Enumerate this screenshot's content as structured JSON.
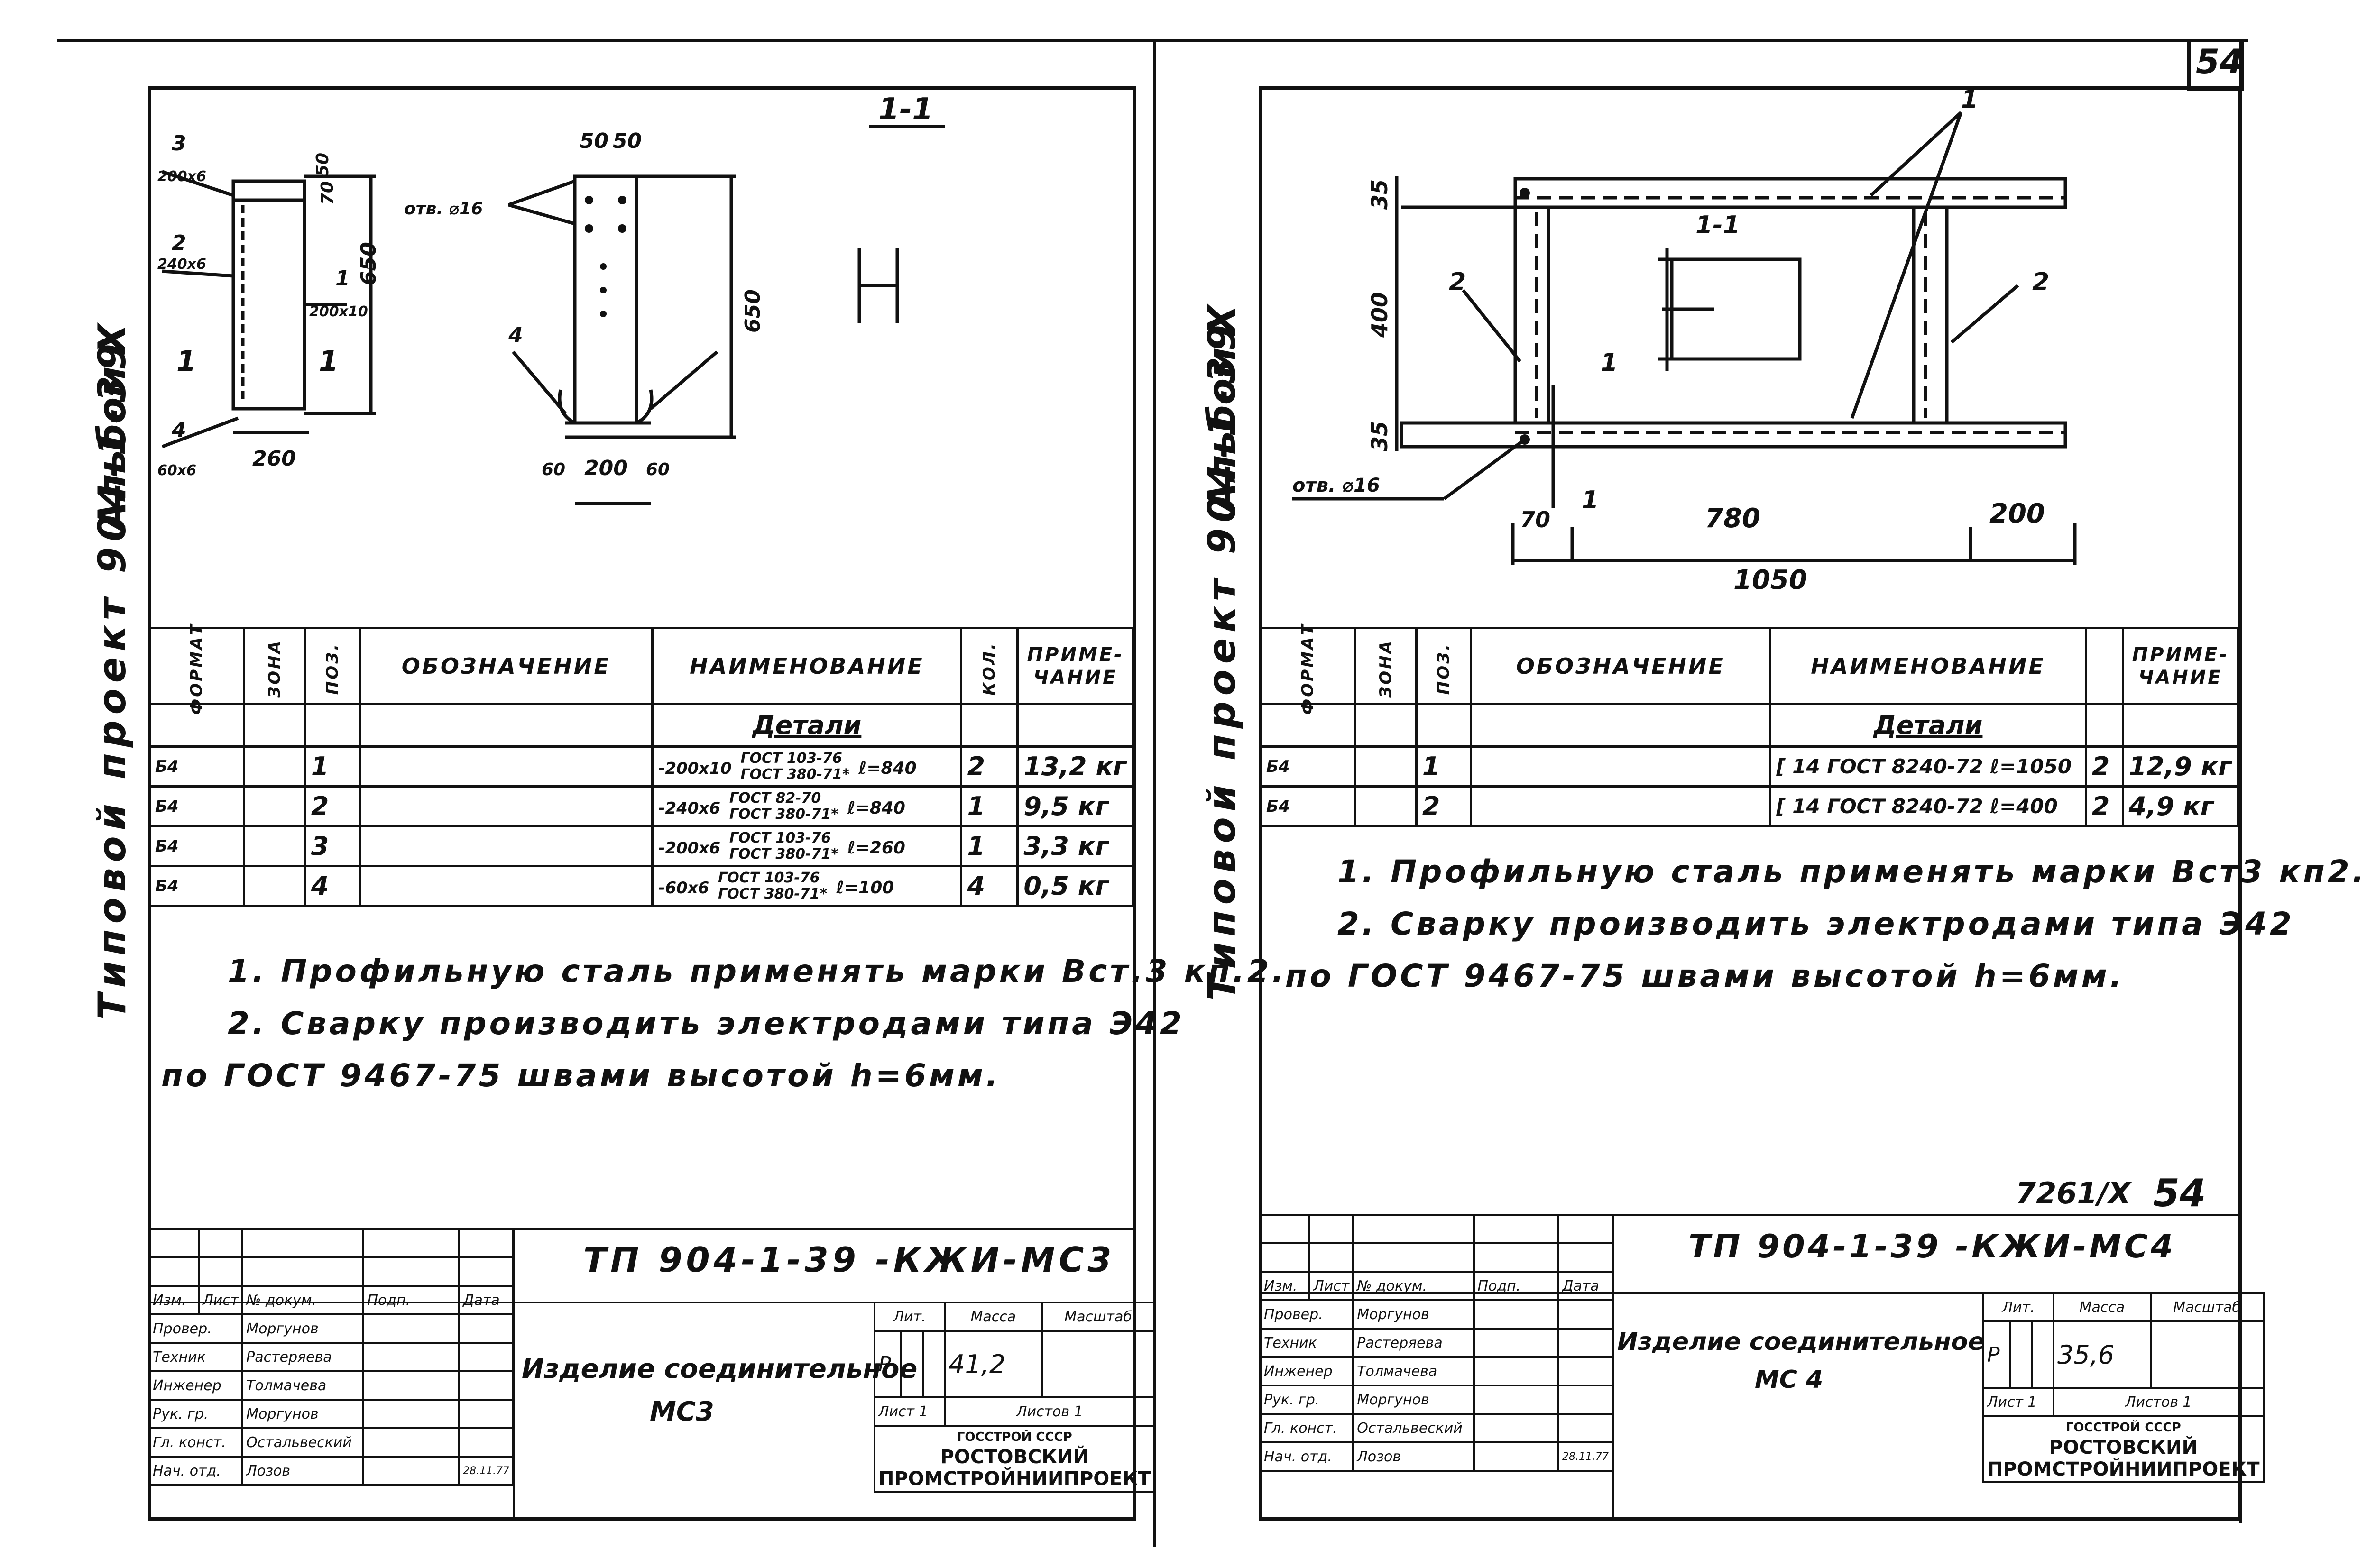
{
  "page_number": "54",
  "left": {
    "side_title": "Типовой проект 904-1-39",
    "album": "Альбом Ⅹ",
    "section": "1-1",
    "drawing": {
      "marks": [
        "3",
        "2",
        "1",
        "4",
        "4"
      ],
      "profile_labels": [
        "200х6",
        "240х6",
        "200х10",
        "60х6"
      ],
      "section_marks": [
        "1",
        "1"
      ],
      "dims": [
        "260",
        "650",
        "70",
        "50",
        "50",
        "50",
        "650",
        "60",
        "200",
        "60"
      ],
      "hole": "отв. ⌀16"
    },
    "spec_headers": [
      "Формат",
      "Зона",
      "Поз.",
      "Обозначение",
      "Наименование",
      "Кол.",
      "Приме-чание"
    ],
    "group": "Детали",
    "rows": [
      {
        "fmt": "Б4",
        "pos": "1",
        "profile": "-200х10",
        "gost1": "ГОСТ 103-76",
        "gost2": "ГОСТ 380-71*",
        "len": "ℓ=840",
        "qty": "2",
        "note": "13,2 кг"
      },
      {
        "fmt": "Б4",
        "pos": "2",
        "profile": "-240х6",
        "gost1": "ГОСТ 82-70",
        "gost2": "ГОСТ 380-71*",
        "len": "ℓ=840",
        "qty": "1",
        "note": "9,5 кг"
      },
      {
        "fmt": "Б4",
        "pos": "3",
        "profile": "-200х6",
        "gost1": "ГОСТ 103-76",
        "gost2": "ГОСТ 380-71*",
        "len": "ℓ=260",
        "qty": "1",
        "note": "3,3 кг"
      },
      {
        "fmt": "Б4",
        "pos": "4",
        "profile": "-60х6",
        "gost1": "ГОСТ 103-76",
        "gost2": "ГОСТ 380-71*",
        "len": "ℓ=100",
        "qty": "4",
        "note": "0,5 кг"
      }
    ],
    "notes": [
      "1. Профильную сталь применять марки Вст.3 кп.2.",
      "2. Сварку производить электродами типа Э42",
      "по ГОСТ 9467-75 швами высотой h=6мм."
    ],
    "title_block": {
      "code": "ТП 904-1-39 -КЖИ-МС3",
      "name": "Изделие соединительное",
      "name2": "МС3",
      "lit_label": "Лит.",
      "mass_label": "Масса",
      "scale_label": "Масштаб",
      "lit": "Р",
      "mass": "41,2",
      "sheet": "Лист 1",
      "sheets": "Листов 1",
      "org1": "ГОССТРОЙ СССР",
      "org2": "РОСТОВСКИЙ",
      "org3": "ПРОМСТРОЙНИИПРОЕКТ",
      "col_headers": [
        "Изм.",
        "Лист",
        "№ докум.",
        "Подп.",
        "Дата"
      ],
      "staff": [
        {
          "role": "Провер.",
          "name": "Моргунов"
        },
        {
          "role": "Техник",
          "name": "Растеряева"
        },
        {
          "role": "Инженер",
          "name": "Толмачева"
        },
        {
          "role": "Рук. гр.",
          "name": "Моргунов"
        },
        {
          "role": "Гл. конст.",
          "name": "Остальвеский"
        },
        {
          "role": "Нач. отд.",
          "name": "Лозов"
        }
      ],
      "date": "28.11.77"
    }
  },
  "right": {
    "side_title": "Типовой проект 904-1-39",
    "album": "Альбом Ⅹ",
    "drawing": {
      "marks": [
        "1",
        "2",
        "2"
      ],
      "section": "1-1",
      "section_marks": [
        "1",
        "1"
      ],
      "dims": [
        "35",
        "400",
        "35",
        "70",
        "780",
        "200",
        "1050"
      ],
      "hole": "отв. ⌀16"
    },
    "spec_headers": [
      "Формат",
      "Зона",
      "Поз.",
      "Обозначение",
      "Наименование",
      "",
      "Приме-чание"
    ],
    "group": "Детали",
    "rows": [
      {
        "fmt": "Б4",
        "pos": "1",
        "name": "[ 14 ГОСТ 8240-72 ℓ=1050",
        "qty": "2",
        "note": "12,9 кг"
      },
      {
        "fmt": "Б4",
        "pos": "2",
        "name": "[ 14 ГОСТ 8240-72 ℓ=400",
        "qty": "2",
        "note": "4,9 кг"
      }
    ],
    "notes": [
      "1. Профильную сталь применять марки Вст3 кп2.",
      "2. Сварку производить электродами типа Э42",
      "по ГОСТ 9467-75 швами высотой h=6мм."
    ],
    "archive_no": "7261/Ⅹ",
    "sheet_no": "54",
    "title_block": {
      "code": "ТП 904-1-39 -КЖИ-МС4",
      "name": "Изделие соединительное",
      "name2": "МС 4",
      "lit_label": "Лит.",
      "mass_label": "Масса",
      "scale_label": "Масштаб",
      "lit": "Р",
      "mass": "35,6",
      "sheet": "Лист 1",
      "sheets": "Листов 1",
      "org1": "ГОССТРОЙ СССР",
      "org2": "РОСТОВСКИЙ",
      "org3": "ПРОМСТРОЙНИИПРОЕКТ",
      "col_headers": [
        "Изм.",
        "Лист",
        "№ докум.",
        "Подп.",
        "Дата"
      ],
      "staff": [
        {
          "role": "Провер.",
          "name": "Моргунов"
        },
        {
          "role": "Техник",
          "name": "Растеряева"
        },
        {
          "role": "Инженер",
          "name": "Толмачева"
        },
        {
          "role": "Рук. гр.",
          "name": "Моргунов"
        },
        {
          "role": "Гл. конст.",
          "name": "Остальвеский"
        },
        {
          "role": "Нач. отд.",
          "name": "Лозов"
        }
      ],
      "date": "28.11.77"
    }
  }
}
